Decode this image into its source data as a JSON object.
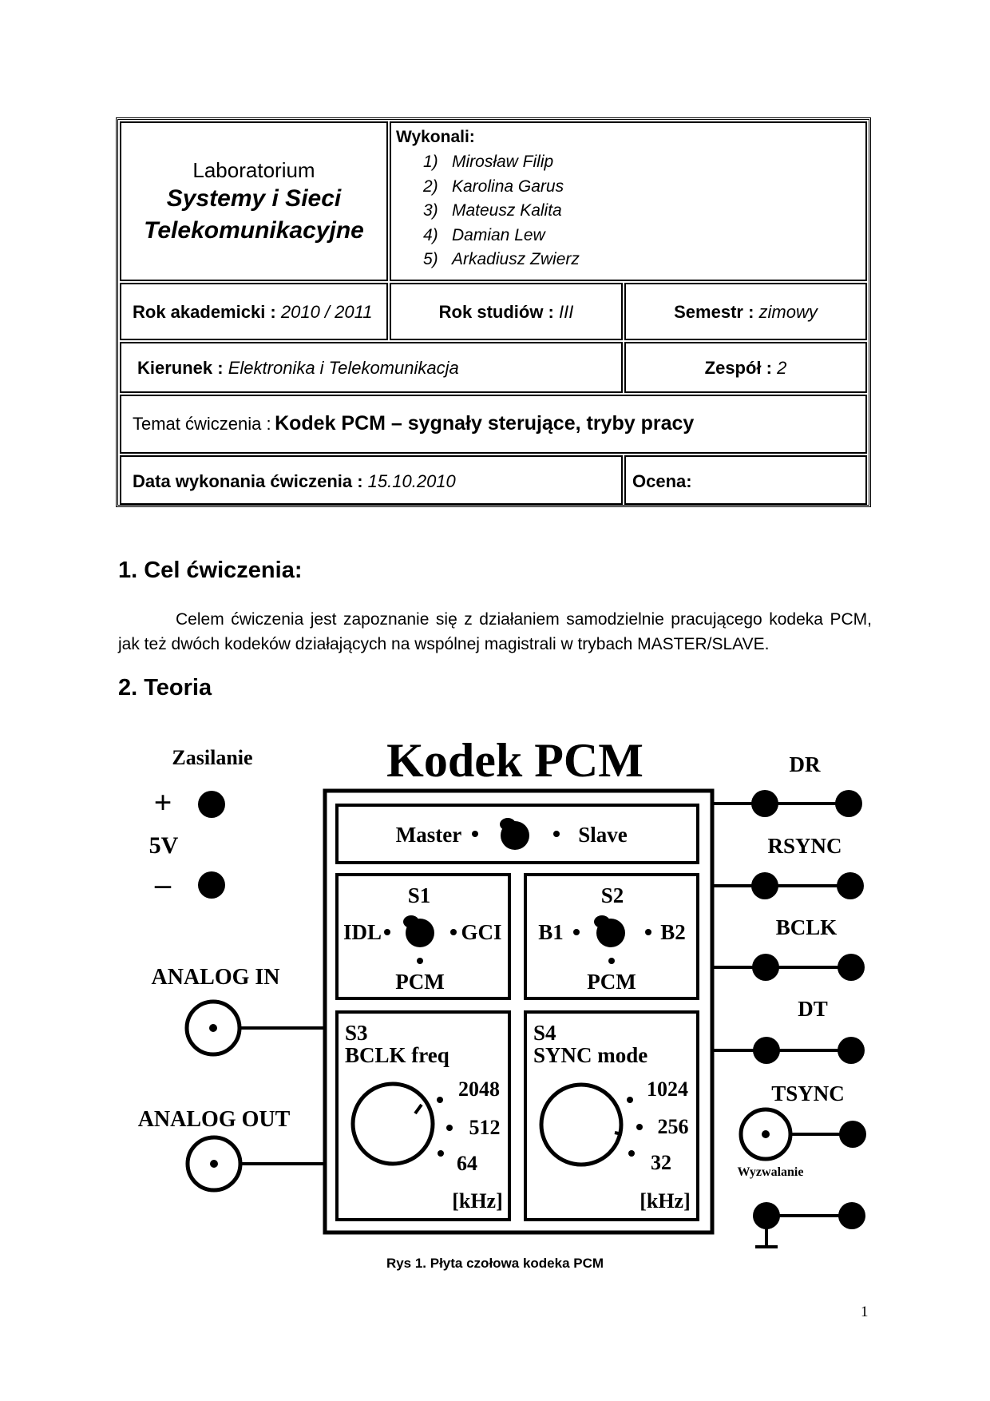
{
  "header": {
    "lab_line1": "Laboratorium",
    "lab_line2": "Systemy i Sieci",
    "lab_line3": "Telekomunikacyjne",
    "authors_label": "Wykonali:",
    "authors": [
      {
        "num": "1)",
        "name": "Mirosław Filip"
      },
      {
        "num": "2)",
        "name": "Karolina Garus"
      },
      {
        "num": "3)",
        "name": "Mateusz Kalita"
      },
      {
        "num": "4)",
        "name": "Damian Lew"
      },
      {
        "num": "5)",
        "name": "Arkadiusz Zwierz"
      }
    ],
    "rok_akademicki_label": "Rok akademicki :",
    "rok_akademicki_value": "2010 / 2011",
    "rok_studiow_label": "Rok studiów :",
    "rok_studiow_value": "III",
    "semestr_label": "Semestr :",
    "semestr_value": "zimowy",
    "kierunek_label": "Kierunek :",
    "kierunek_value": "Elektronika i Telekomunikacja",
    "zespol_label": "Zespół :",
    "zespol_value": "2",
    "temat_label": "Temat ćwiczenia :",
    "temat_value": "Kodek PCM – sygnały sterujące, tryby pracy",
    "data_label": "Data wykonania ćwiczenia :",
    "data_value": "15.10.2010",
    "ocena_label": "Ocena:"
  },
  "sections": {
    "s1_title": "1. Cel ćwiczenia:",
    "s1_text": "Celem ćwiczenia jest zapoznanie się z działaniem samodzielnie pracującego kodeka PCM, jak też dwóch kodeków działających na wspólnej magistrali w trybach MASTER/SLAVE.",
    "s2_title": "2. Teoria"
  },
  "figure": {
    "title": "Kodek PCM",
    "zasilanie": "Zasilanie",
    "plus": "+",
    "volt": "5V",
    "minus": "–",
    "analog_in": "ANALOG IN",
    "analog_out": "ANALOG OUT",
    "master": "Master",
    "slave": "Slave",
    "s1": "S1",
    "s1_left": "IDL",
    "s1_right": "GCI",
    "s1_bottom": "PCM",
    "s2": "S2",
    "s2_left": "B1",
    "s2_right": "B2",
    "s2_bottom": "PCM",
    "s3": "S3",
    "s3_label": "BCLK freq",
    "s3_opts": [
      "2048",
      "512",
      "64"
    ],
    "s3_unit": "[kHz]",
    "s4": "S4",
    "s4_label": "SYNC mode",
    "s4_opts": [
      "1024",
      "256",
      "32"
    ],
    "s4_unit": "[kHz]",
    "dr": "DR",
    "rsync": "RSYNC",
    "bclk": "BCLK",
    "dt": "DT",
    "tsync": "TSYNC",
    "wyzwalanie": "Wyzwalanie"
  },
  "caption": "Rys 1. Płyta czołowa kodeka PCM",
  "page_number": "1"
}
